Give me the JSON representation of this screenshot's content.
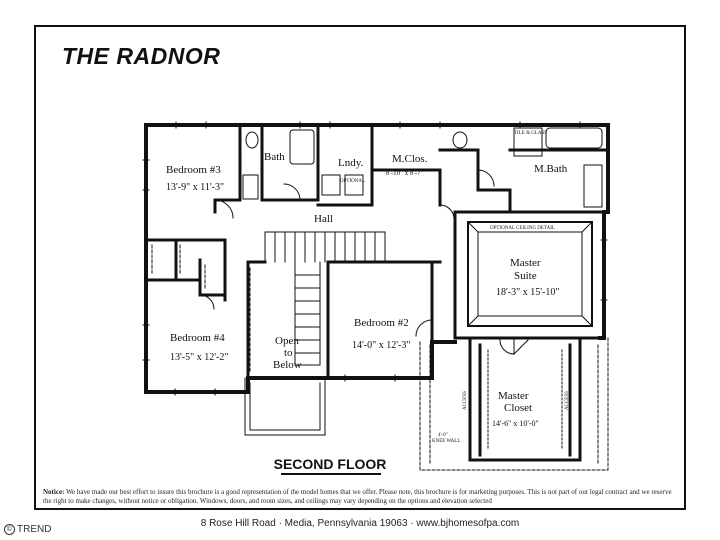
{
  "title": "THE RADNOR",
  "floor_label": "SECOND FLOOR",
  "rooms": {
    "bedroom3": {
      "name": "Bedroom #3",
      "size": "13'-9\" x 11'-3\""
    },
    "bath": {
      "name": "Bath"
    },
    "lndy": {
      "name": "Lndy."
    },
    "optional_small": {
      "name": "OPTIONAL"
    },
    "mclos": {
      "name": "M.Clos.",
      "size": "8'-10\" x 8'-7\""
    },
    "mbath": {
      "name": "M.Bath"
    },
    "tile_glass": {
      "name": "TILE & GLASS"
    },
    "hall": {
      "name": "Hall"
    },
    "ceiling_detail": {
      "name": "OPTIONAL CEILING DETAIL"
    },
    "master_suite": {
      "name_line1": "Master",
      "name_line2": "Suite",
      "size": "18'-3\" x 15'-10\""
    },
    "bedroom2": {
      "name": "Bedroom #2",
      "size": "14'-0\" x 12'-3\""
    },
    "open_below": {
      "line1": "Open",
      "line2": "to",
      "line3": "Below"
    },
    "bedroom4": {
      "name": "Bedroom #4",
      "size": "13'-5\" x 12'-2\""
    },
    "master_closet": {
      "name_line1": "Master",
      "name_line2": "Closet",
      "size": "14'-6\" x 10'-0\""
    },
    "access_left": {
      "name": "ACCESS"
    },
    "access_right": {
      "name": "ACCESS"
    },
    "knee_wall": {
      "line1": "4'-0\"",
      "line2": "KNEE WALL"
    }
  },
  "notice": {
    "label": "Notice:",
    "text": "We have made our best effort to insure this brochure is a good representation of the model homes that we offer. Please note, this brochure is for marketing purposes. This is not part of our legal contract and we reserve the right to make changes, without notice or obligation. Windows, doors, and room sizes, and ceilings may vary depending on the options and elevation selected"
  },
  "address": "8 Rose Hill Road  ·  Media, Pennsylvania 19063  ·  www.bjhomesofpa.com",
  "watermark": "TREND"
}
